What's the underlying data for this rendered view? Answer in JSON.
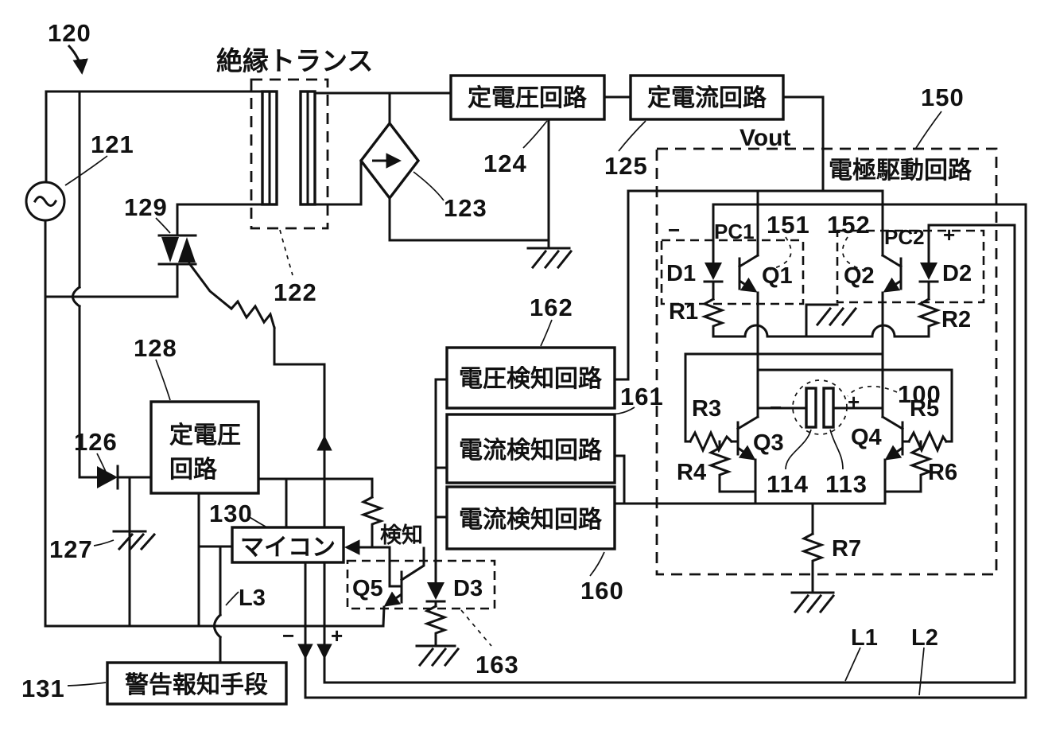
{
  "figure": {
    "type": "patent-circuit-schematic",
    "transformer_label": "絶縁トランス",
    "vout_label": "Vout",
    "drive_circuit_label": "電極駆動回路",
    "detect_label": "検知"
  },
  "boxes": {
    "constant_voltage_124": "定電圧回路",
    "constant_current_125": "定電流回路",
    "voltage_detect_162": "電圧検知回路",
    "current_detect_161": "電流検知回路",
    "current_detect_160": "電流検知回路",
    "constant_voltage_128_line1": "定電圧",
    "constant_voltage_128_line2": "回路",
    "microcontroller_130": "マイコン",
    "warning_131": "警告報知手段"
  },
  "refs": {
    "n100": "100",
    "n113": "113",
    "n114": "114",
    "n120": "120",
    "n121": "121",
    "n122": "122",
    "n123": "123",
    "n124": "124",
    "n125": "125",
    "n126": "126",
    "n127": "127",
    "n128": "128",
    "n129": "129",
    "n130": "130",
    "n131": "131",
    "n150": "150",
    "n151": "151",
    "n152": "152",
    "n160": "160",
    "n161": "161",
    "n162": "162",
    "n163": "163"
  },
  "components": {
    "d1": "D1",
    "d2": "D2",
    "d3": "D3",
    "q1": "Q1",
    "q2": "Q2",
    "q3": "Q3",
    "q4": "Q4",
    "q5": "Q5",
    "r1": "R1",
    "r2": "R2",
    "r3": "R3",
    "r4": "R4",
    "r5": "R5",
    "r6": "R6",
    "r7": "R7",
    "pc1": "PC1",
    "pc2": "PC2",
    "l1": "L1",
    "l2": "L2",
    "l3": "L3"
  },
  "signs": {
    "minus_pc1": "−",
    "plus_pc2": "+",
    "minus_electrode": "−",
    "plus_electrode": "+",
    "minus_bottom": "−",
    "plus_bottom": "+"
  },
  "colors": {
    "line": "#111111",
    "background": "#ffffff"
  }
}
